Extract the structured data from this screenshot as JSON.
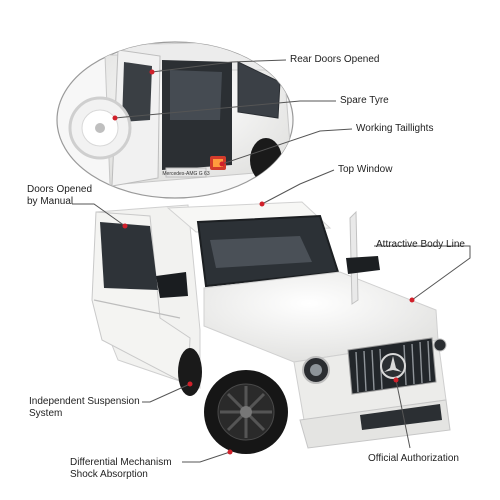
{
  "colors": {
    "leader": "#555555",
    "dot": "#d0202a",
    "body": "#f4f4f2",
    "glass": "#2a2f33",
    "tire": "#161616"
  },
  "callouts": {
    "rear_doors": "Rear Doors Opened",
    "spare_tyre": "Spare Tyre",
    "taillights": "Working Taillights",
    "top_window": "Top Window",
    "doors_manual_1": "Doors Opened",
    "doors_manual_2": "by Manual",
    "body_line": "Attractive Body Line",
    "suspension_1": "Independent Suspension",
    "suspension_2": "System",
    "differential_1": "Differential Mechanism",
    "differential_2": "Shock Absorption",
    "official": "Official Authorization"
  },
  "badge": {
    "plate": "Mercedes-AMG G 63"
  }
}
